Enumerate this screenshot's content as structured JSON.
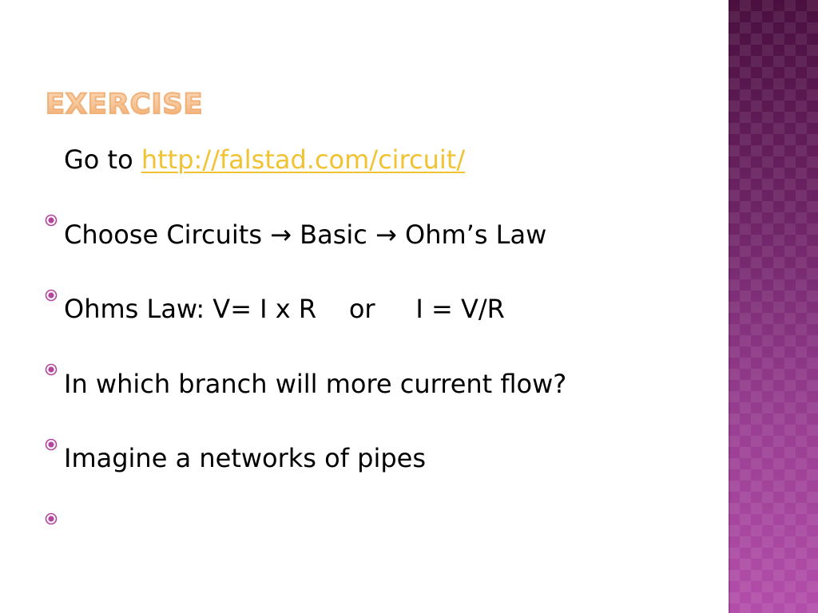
{
  "slide": {
    "title": "Exercise",
    "accent_color": "#b5449e",
    "link_color": "#f1c232",
    "bullet_icon": "radio-bullet-icon",
    "bullets": [
      {
        "prefix": "Go to ",
        "link": "http://falstad.com/circuit/"
      },
      {
        "text": "Choose Circuits → Basic → Ohm’s Law"
      },
      {
        "text": "Ohms Law: V= I x R    or     I = V/R"
      },
      {
        "text": "In which branch will more current flow?"
      },
      {
        "text": "Imagine a networks of pipes"
      }
    ]
  }
}
